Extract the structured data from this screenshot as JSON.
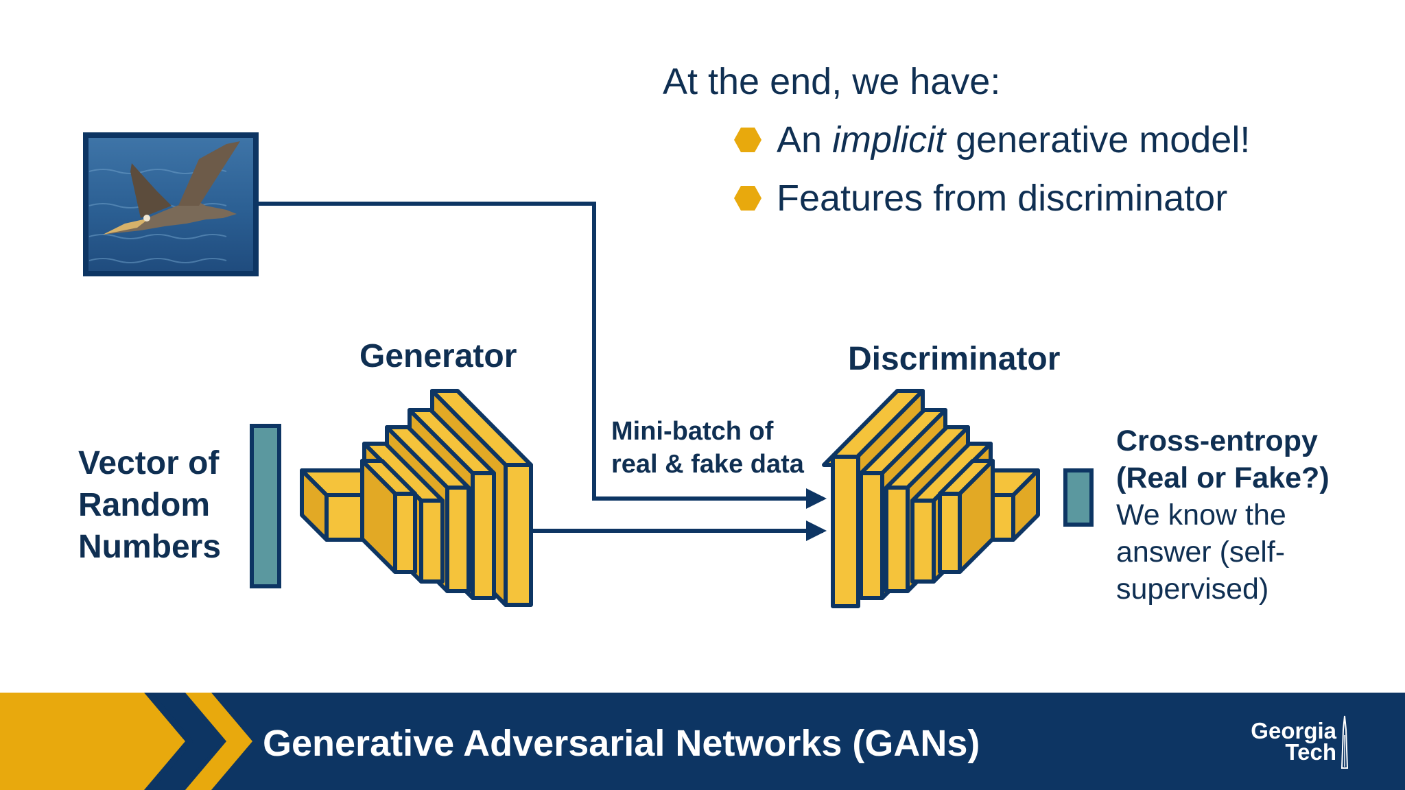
{
  "heading": "At the end, we have:",
  "bullets": [
    {
      "prefix": "An ",
      "emphasis": "implicit",
      "suffix": " generative model!"
    },
    {
      "text": "Features from discriminator"
    }
  ],
  "diagram": {
    "generator_title": "Generator",
    "discriminator_title": "Discriminator",
    "vector_label": [
      "Vector of",
      "Random",
      "Numbers"
    ],
    "minibatch_label": [
      "Mini-batch of",
      "real & fake data"
    ],
    "output_label": {
      "bold": [
        "Cross-entropy",
        "(Real or Fake?)"
      ],
      "normal": [
        "We know the",
        "answer (self-",
        "supervised)"
      ]
    }
  },
  "footer": {
    "title": "Generative Adversarial Networks (GANs)",
    "logo": [
      "Georgia",
      "Tech"
    ]
  },
  "colors": {
    "navy": "#0d3563",
    "text": "#0f2f52",
    "gold": "#f5c33b",
    "accent_gold": "#e8a90d",
    "teal": "#5b989f",
    "footer_text": "#ffffff"
  },
  "icons": [
    "pelican-photo",
    "hexagon-bullet-icon",
    "arrow-icon",
    "chevron-icon",
    "georgia-tech-tower-icon"
  ]
}
